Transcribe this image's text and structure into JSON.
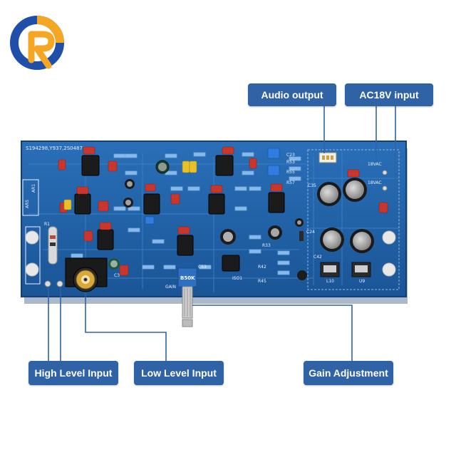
{
  "logo": {
    "letters": "QR",
    "colors": {
      "ring": "#1f4fa8",
      "accent": "#f5a623"
    }
  },
  "callouts": {
    "audio_output": "Audio output",
    "ac_input": "AC18V input",
    "high_level_input": "High Level Input",
    "low_level_input": "Low Level Input",
    "gain_adjustment": "Gain Adjustment"
  },
  "pcb": {
    "silk_code": "S194298,Y937,2S0487",
    "vac_top": "18VAC",
    "vac_bottom": "18VAC",
    "gain_mark": "GAIN",
    "pot_mark": "B50K",
    "board_color": "#1d5fa6",
    "part_marks": {
      "c23": "C23",
      "r53": "R53",
      "r55": "R55",
      "r57": "R57",
      "c35": "C35",
      "c24": "C24",
      "r33": "R33",
      "r42": "R42",
      "r45": "R45",
      "c42": "C42",
      "l10": "L10",
      "u9": "U9",
      "c53": "C53",
      "c3": "C3",
      "iso1": "ISO1",
      "r1": "R1",
      "ar5": "AR5",
      "ar1": "AR1"
    }
  }
}
